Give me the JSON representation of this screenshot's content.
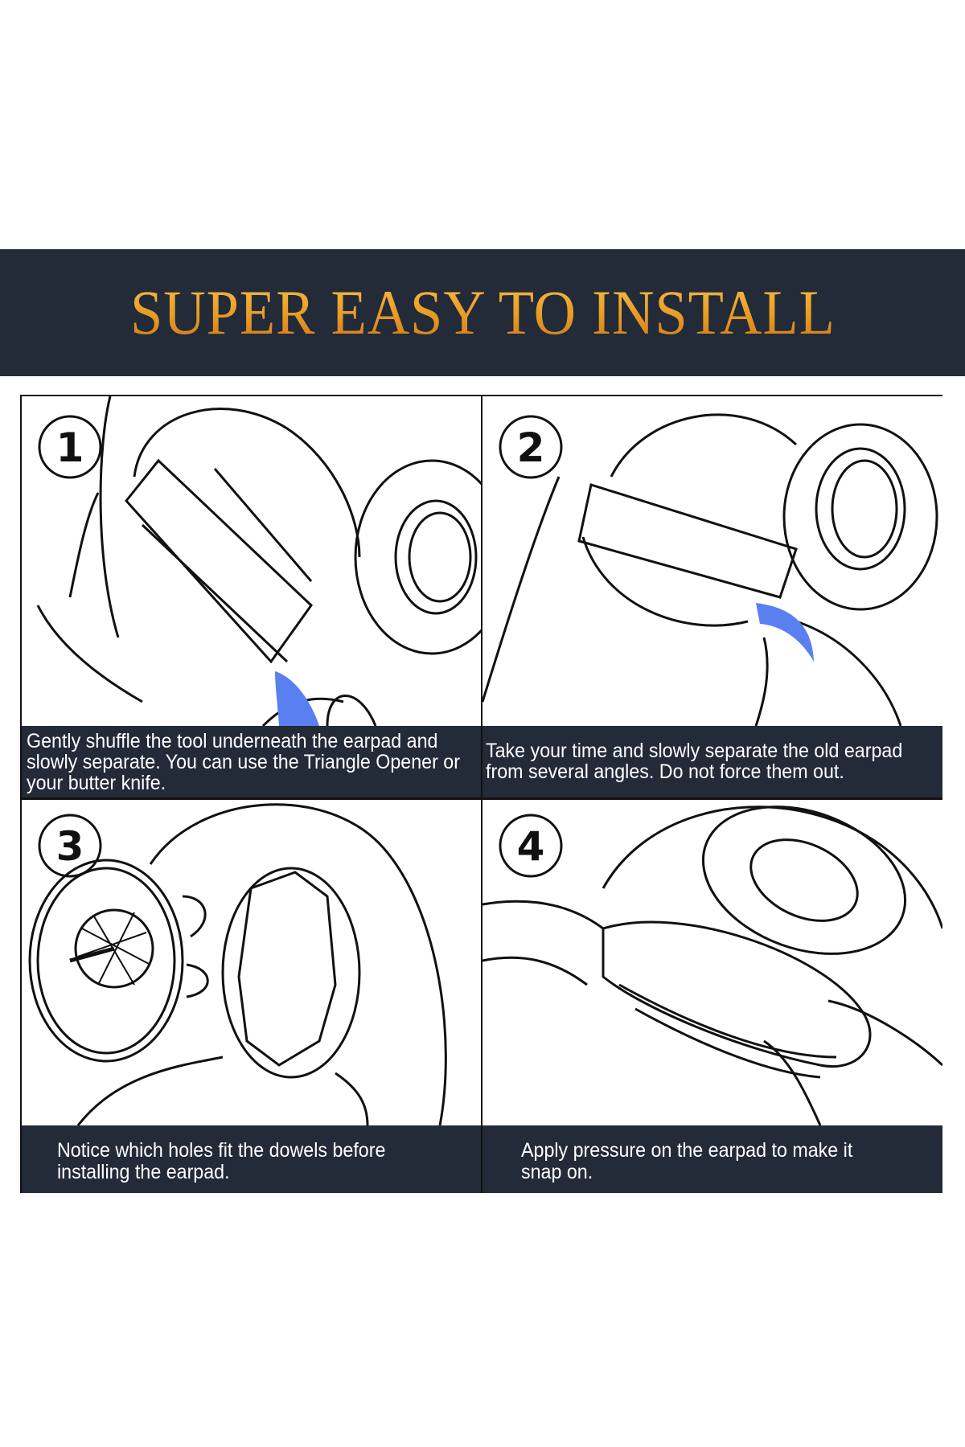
{
  "header": {
    "title": "SUPER EASY TO INSTALL"
  },
  "colors": {
    "banner": "#232a38",
    "title_gold": "#e89a22",
    "opener_blue": "#5a7ff0"
  },
  "steps": [
    {
      "number": "1",
      "caption": "Gently shuffle the tool underneath the earpad and slowly separate. You can use the Triangle Opener or your butter knife."
    },
    {
      "number": "2",
      "caption": "Take your time and slowly separate the old earpad from several angles. Do not force them out."
    },
    {
      "number": "3",
      "caption": "Notice which holes fit the dowels before installing the earpad."
    },
    {
      "number": "4",
      "caption": "Apply pressure on the earpad to make it snap on."
    }
  ]
}
